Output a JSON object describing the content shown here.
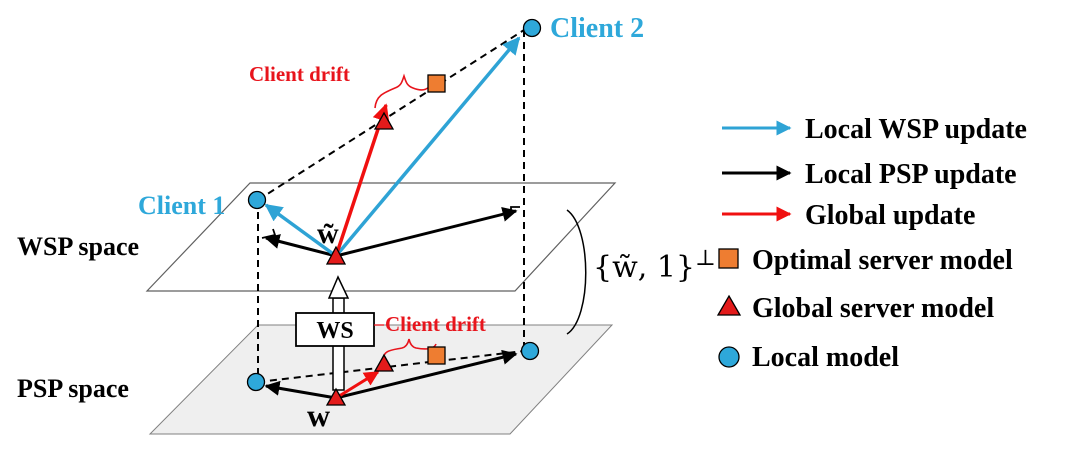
{
  "diagram": {
    "labels": {
      "client1": "Client 1",
      "client2": "Client 2",
      "wsp_space": "WSP space",
      "psp_space": "PSP space",
      "client_drift_top": "Client drift",
      "client_drift_bottom": "Client drift",
      "ws_box": "WS",
      "w_tilde": "w̃",
      "w": "w",
      "orthogonal_complement": "{w̃, 1}",
      "orthogonal_symbol": "⊥"
    },
    "legend": [
      {
        "label": "Local WSP update",
        "icon": "blue-arrow-icon"
      },
      {
        "label": "Local PSP update",
        "icon": "black-arrow-icon"
      },
      {
        "label": "Global update",
        "icon": "red-arrow-icon"
      },
      {
        "label": "Optimal server model",
        "icon": "orange-square-icon"
      },
      {
        "label": "Global server model",
        "icon": "red-triangle-icon"
      },
      {
        "label": "Local model",
        "icon": "blue-circle-icon"
      }
    ],
    "colors": {
      "client_blue": "#2EA8DA",
      "wsp_arrow": "#2EA3D5",
      "global_red": "#F01010",
      "drift_red": "#E8141C",
      "optimal_orange": "#EE7D31",
      "triangle_red": "#E31B1B",
      "plane_gray": "#EFEFEF"
    }
  }
}
